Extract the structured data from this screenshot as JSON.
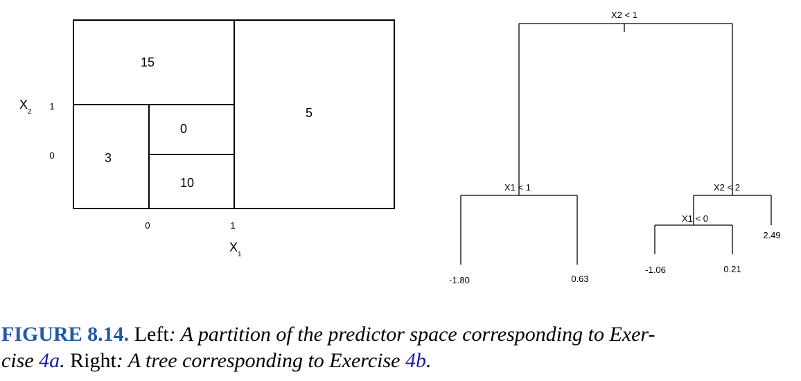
{
  "partition": {
    "x_axis_label": "X",
    "x_axis_sub": "1",
    "y_axis_label": "X",
    "y_axis_sub": "2",
    "x_ticks": [
      "0",
      "1"
    ],
    "y_ticks": [
      "1",
      "0"
    ],
    "regions": [
      {
        "id": "top-left",
        "value": "15"
      },
      {
        "id": "right",
        "value": "5"
      },
      {
        "id": "bottom-left",
        "value": "3"
      },
      {
        "id": "middle-upper",
        "value": "0"
      },
      {
        "id": "middle-lower",
        "value": "10"
      }
    ]
  },
  "tree": {
    "splits": [
      {
        "id": "root",
        "label": "X2 < 1"
      },
      {
        "id": "left",
        "label": "X1 < 1"
      },
      {
        "id": "right",
        "label": "X2 < 2"
      },
      {
        "id": "right-left",
        "label": "X1 < 0"
      }
    ],
    "leaves": [
      {
        "id": "leaf-1",
        "value": "-1.80"
      },
      {
        "id": "leaf-2",
        "value": "0.63"
      },
      {
        "id": "leaf-3",
        "value": "-1.06"
      },
      {
        "id": "leaf-4",
        "value": "0.21"
      },
      {
        "id": "leaf-5",
        "value": "2.49"
      }
    ]
  },
  "caption": {
    "label": "FIGURE 8.14.",
    "left_word": "Left",
    "left_text": ": A partition of the predictor space corresponding to Exer-",
    "line2_a": "cise ",
    "ref_a": "4a",
    "line2_b": ". ",
    "right_word": "Right",
    "right_text": ": A tree corresponding to Exercise ",
    "ref_b": "4b",
    "end": "."
  }
}
